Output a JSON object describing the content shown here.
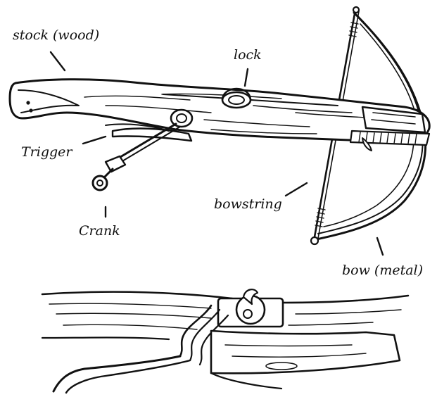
{
  "labels": {
    "stock": "stock (wood)",
    "lock": "lock",
    "trigger": "Trigger",
    "crank": "Crank",
    "bowstring": "bowstring",
    "bow": "bow (metal)"
  },
  "colors": {
    "ink": "#111111",
    "paper": "#ffffff"
  }
}
